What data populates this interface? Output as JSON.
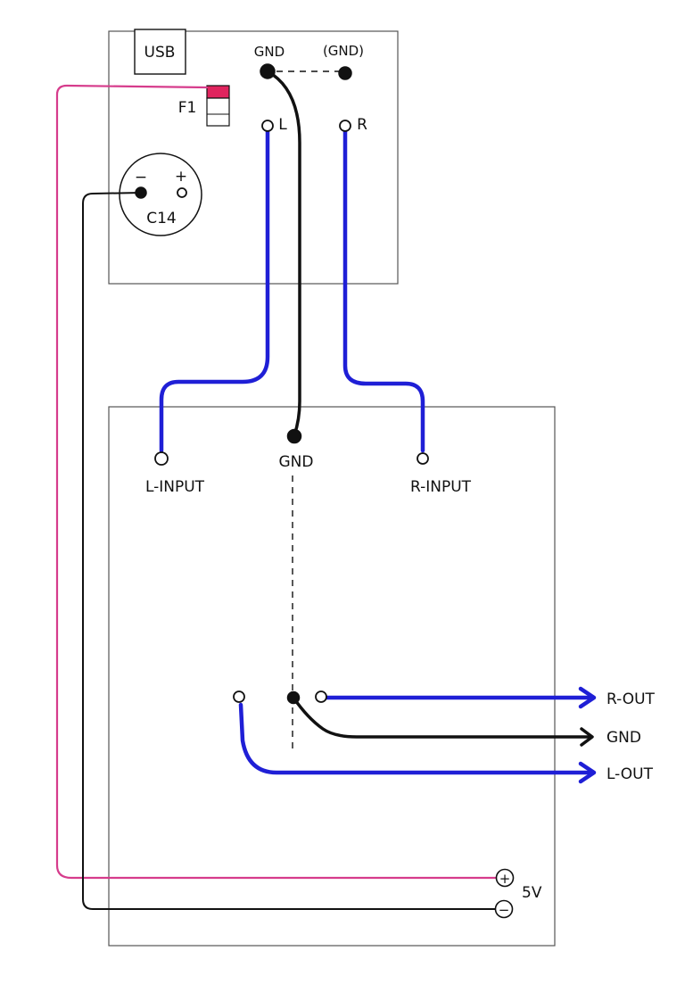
{
  "colors": {
    "signal_wire": "#1f1fd6",
    "ground_wire": "#111111",
    "power_positive_wire": "#d63c8c",
    "fuse_red": "#e0245e"
  },
  "top_board": {
    "usb_label": "USB",
    "fuse_label": "F1",
    "gnd_label": "GND",
    "gnd_alt_label": "(GND)",
    "left_label": "L",
    "right_label": "R",
    "connector_label": "C14",
    "minus_sign": "−",
    "plus_sign": "+"
  },
  "bottom_board": {
    "l_input_label": "L-INPUT",
    "gnd_label": "GND",
    "r_input_label": "R-INPUT",
    "plus_symbol": "+",
    "minus_symbol": "−",
    "power_label": "5V"
  },
  "outputs": {
    "r_out_label": "R-OUT",
    "gnd_label": "GND",
    "l_out_label": "L-OUT"
  }
}
